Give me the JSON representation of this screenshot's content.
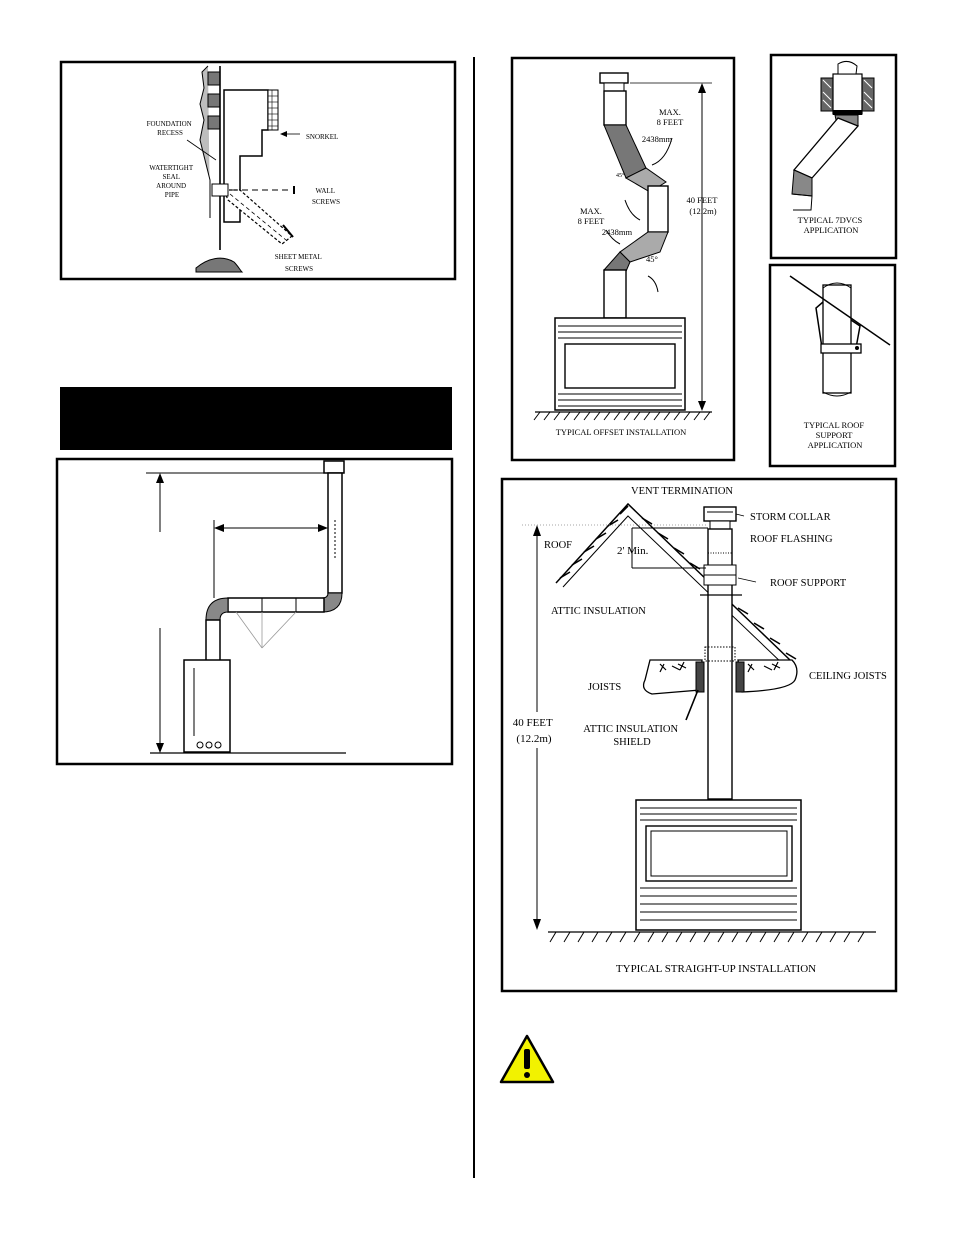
{
  "colors": {
    "ink": "#000000",
    "paper": "#ffffff",
    "warning": "#f2f200"
  },
  "foundation": {
    "foundation_recess": [
      "FOUNDATION",
      "RECESS"
    ],
    "watertight_seal": [
      "WATERTIGHT",
      "SEAL",
      "AROUND",
      "PIPE"
    ],
    "snorkel": "SNORKEL",
    "wall_screws": [
      "WALL",
      "SCREWS"
    ],
    "sheet_metal_screws": [
      "SHEET METAL",
      "SCREWS"
    ]
  },
  "offset": {
    "max1": [
      "MAX.",
      "8 FEET",
      "2438mm"
    ],
    "angle_small": "45°",
    "max2": [
      "MAX.",
      "8 FEET",
      "2438mm"
    ],
    "angle2": "45°",
    "height": [
      "40 FEET",
      "(12.2m)"
    ],
    "caption": "TYPICAL OFFSET INSTALLATION"
  },
  "dvcs": {
    "caption": [
      "TYPICAL 7DVCS",
      "APPLICATION"
    ]
  },
  "roof_support": {
    "caption": [
      "TYPICAL ROOF",
      "SUPPORT",
      "APPLICATION"
    ]
  },
  "straight": {
    "vent_termination": "VENT TERMINATION",
    "storm_collar": "STORM COLLAR",
    "roof": "ROOF",
    "min": "2' Min.",
    "roof_flashing": "ROOF FLASHING",
    "roof_support": "ROOF SUPPORT",
    "attic_insulation": "ATTIC INSULATION",
    "ceiling_joists": "CEILING JOISTS",
    "joists": "JOISTS",
    "height": [
      "40 FEET",
      "(12.2m)"
    ],
    "shield": [
      "ATTIC INSULATION",
      "SHIELD"
    ],
    "caption": "TYPICAL STRAIGHT-UP INSTALLATION"
  },
  "warning_icon": "exclamation-triangle"
}
